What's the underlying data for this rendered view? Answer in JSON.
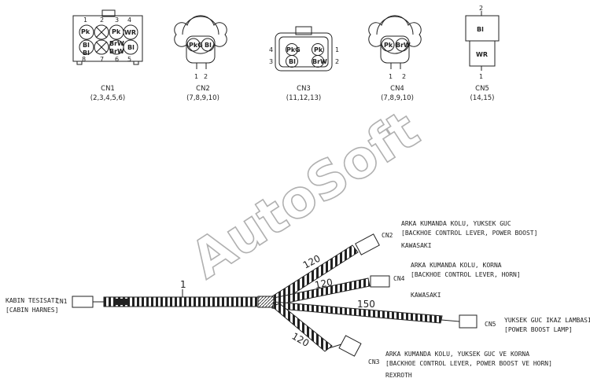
{
  "watermark": "AutoSoft",
  "connectors": [
    {
      "id": "CN1",
      "pins": "(2,3,4,5,6)",
      "wires": [
        "Pk",
        "Pk",
        "WR",
        "Bl",
        "Bl",
        "BrW",
        "BrW",
        "Bl"
      ],
      "pin_labels": [
        "1",
        "2",
        "3",
        "4",
        "5",
        "6",
        "7",
        "8"
      ]
    },
    {
      "id": "CN2",
      "pins": "(7,8,9,10)",
      "wires": [
        "PkG",
        "Bl"
      ],
      "pin_labels": [
        "1",
        "2"
      ]
    },
    {
      "id": "CN3",
      "pins": "(11,12,13)",
      "wires": [
        "PkG",
        "Pk",
        "Bl",
        "BrW"
      ],
      "pin_labels": [
        "4",
        "3",
        "1",
        "2"
      ]
    },
    {
      "id": "CN4",
      "pins": "(7,8,9,10)",
      "wires": [
        "Pk",
        "BrW"
      ],
      "pin_labels": [
        "1",
        "2"
      ]
    },
    {
      "id": "CN5",
      "pins": "(14,15)",
      "wires": [
        "Bl",
        "WR"
      ],
      "pin_labels": [
        "2",
        "1"
      ]
    }
  ],
  "harness": {
    "item_number": "1",
    "cn1": {
      "id": "CN1",
      "desc": [
        "KABIN TESISATI",
        "[CABIN HARNES]"
      ]
    },
    "branches": [
      {
        "id": "CN2",
        "length": "120",
        "desc": [
          "ARKA KUMANDA KOLU, YUKSEK GUC",
          "[BACKHOE CONTROL LEVER, POWER BOOST]",
          "KAWASAKI"
        ]
      },
      {
        "id": "CN4",
        "length": "120",
        "desc": [
          "ARKA KUMANDA KOLU, KORNA",
          "[BACKHOE CONTROL LEVER, HORN]",
          "KAWASAKI"
        ]
      },
      {
        "id": "CN5",
        "length": "150",
        "desc": [
          "YUKSEK GUC IKAZ LAMBASI",
          "[POWER BOOST LAMP]"
        ]
      },
      {
        "id": "CN3",
        "length": "120",
        "desc": [
          "ARKA KUMANDA KOLU, YUKSEK GUC VE KORNA",
          "[BACKHOE CONTROL LEVER, POWER BOOST VE HORN]",
          "REXROTH"
        ]
      }
    ]
  }
}
